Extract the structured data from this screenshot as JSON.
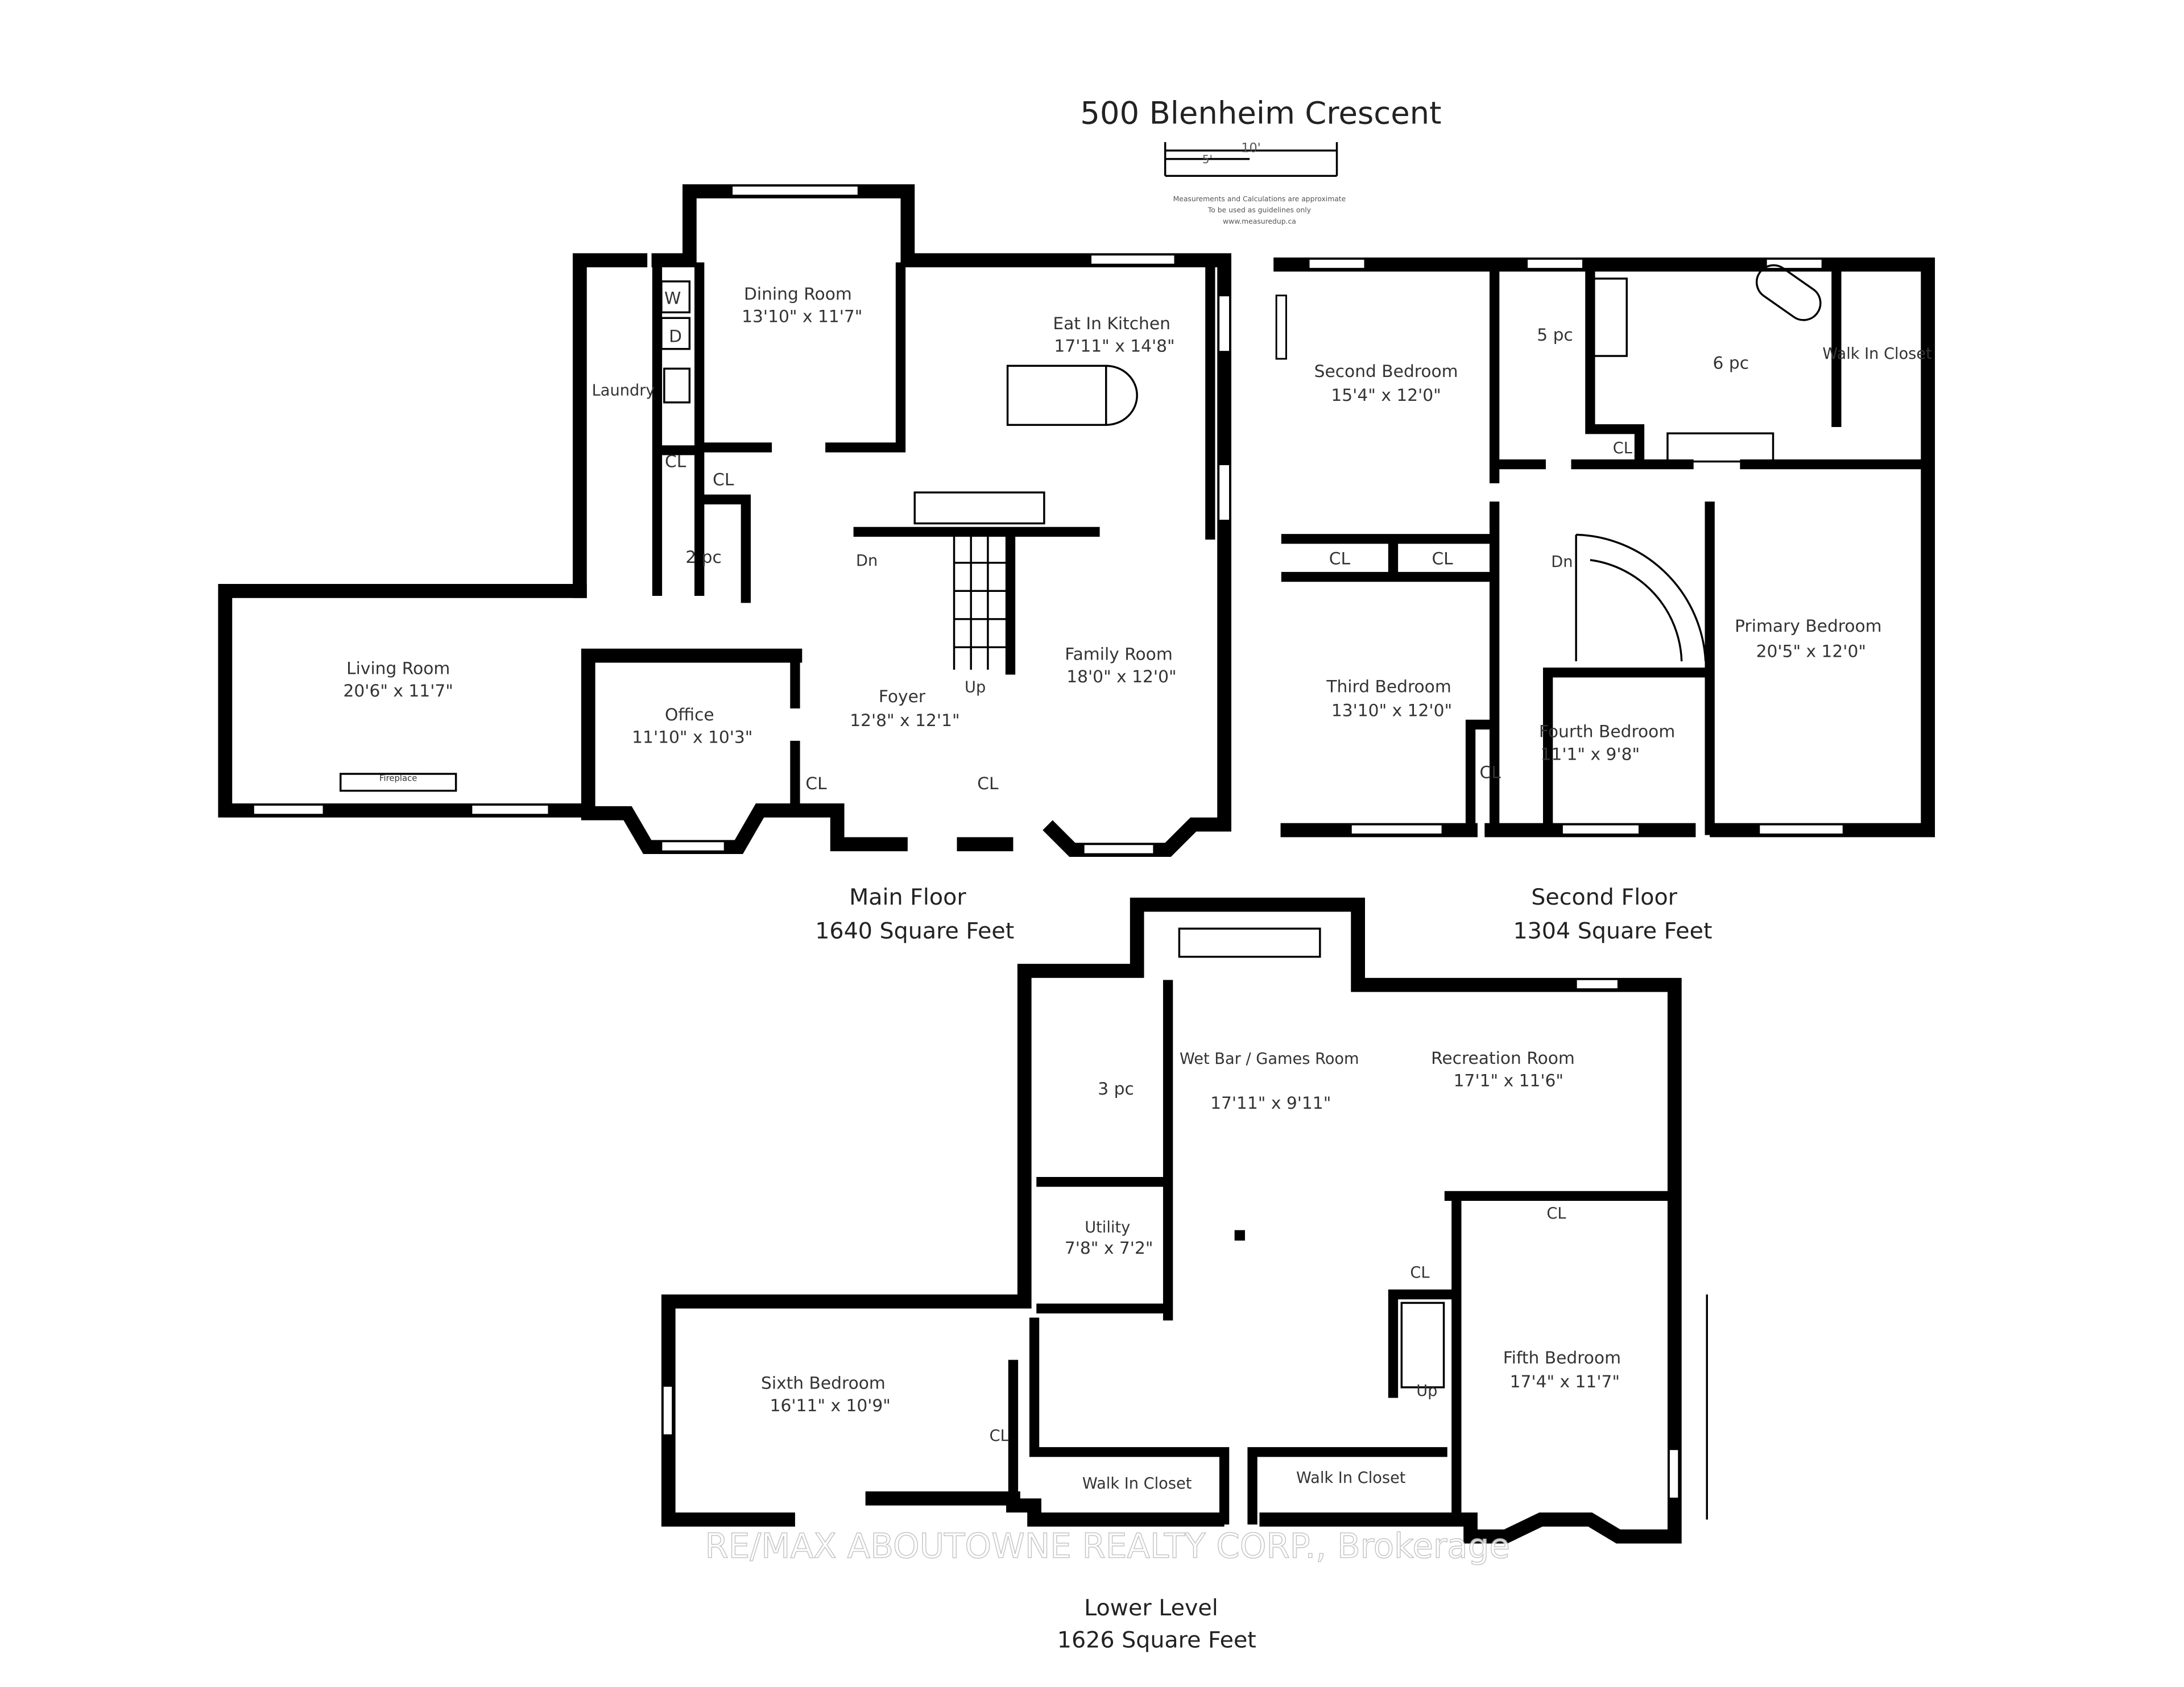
{
  "title": "500 Blenheim Crescent",
  "scale": {
    "major": "10'",
    "minor": "5'"
  },
  "disclaimer": [
    "Measurements and Calculations are approximate",
    "To be used as guidelines only",
    "www.measuredup.ca"
  ],
  "watermark": "RE/MAX ABOUTOWNE REALTY CORP., Brokerage",
  "floors": {
    "main": {
      "name": "Main Floor",
      "area": "1640 Square Feet",
      "rooms": {
        "dining": {
          "name": "Dining Room",
          "dims": "13'10\" x 11'7\""
        },
        "kitchen": {
          "name": "Eat In Kitchen",
          "dims": "17'11\" x 14'8\""
        },
        "laundry": {
          "name": "Laundry"
        },
        "living": {
          "name": "Living Room",
          "dims": "20'6\" x 11'7\""
        },
        "office": {
          "name": "Office",
          "dims": "11'10\" x 10'3\""
        },
        "foyer": {
          "name": "Foyer",
          "dims": "12'8\" x 12'1\""
        },
        "family": {
          "name": "Family Room",
          "dims": "18'0\" x 12'0\""
        },
        "bath": {
          "name": "2 pc"
        }
      },
      "marks": {
        "washer": "W",
        "dryer": "D",
        "closet": "CL",
        "down": "Dn",
        "up": "Up",
        "fireplace": "Fireplace"
      }
    },
    "second": {
      "name": "Second Floor",
      "area": "1304 Square Feet",
      "rooms": {
        "second_bed": {
          "name": "Second Bedroom",
          "dims": "15'4\" x 12'0\""
        },
        "bath5": {
          "name": "5 pc"
        },
        "bath6": {
          "name": "6 pc"
        },
        "walkin": {
          "name": "Walk In Closet"
        },
        "third_bed": {
          "name": "Third Bedroom",
          "dims": "13'10\" x 12'0\""
        },
        "fourth_bed": {
          "name": "Fourth Bedroom",
          "dims": "11'1\" x 9'8\""
        },
        "primary_bed": {
          "name": "Primary Bedroom",
          "dims": "20'5\" x 12'0\""
        }
      },
      "marks": {
        "closet": "CL",
        "down": "Dn"
      }
    },
    "lower": {
      "name": "Lower Level",
      "area": "1626 Square Feet",
      "rooms": {
        "wetbar": {
          "name": "Wet Bar / Games Room",
          "dims": "17'11\" x 9'11\""
        },
        "recreation": {
          "name": "Recreation Room",
          "dims": "17'1\" x 11'6\""
        },
        "bath3": {
          "name": "3 pc"
        },
        "utility": {
          "name": "Utility",
          "dims": "7'8\" x 7'2\""
        },
        "sixth_bed": {
          "name": "Sixth Bedroom",
          "dims": "16'11\" x 10'9\""
        },
        "fifth_bed": {
          "name": "Fifth Bedroom",
          "dims": "17'4\" x 11'7\""
        },
        "walkin": {
          "name": "Walk In Closet"
        }
      },
      "marks": {
        "closet": "CL",
        "up": "Up"
      }
    }
  }
}
